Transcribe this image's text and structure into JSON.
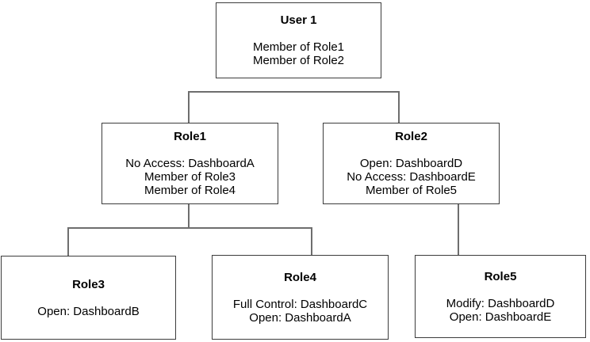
{
  "diagram": {
    "type": "role-hierarchy-tree",
    "background_color": "#ffffff",
    "node_border_color": "#3c3c3c",
    "connector_color": "#6e6e6e",
    "text_color": "#000000",
    "nodes": {
      "user1": {
        "title": "User 1",
        "lines": [
          "Member of Role1",
          "Member of Role2"
        ]
      },
      "role1": {
        "title": "Role1",
        "lines": [
          "No Access: DashboardA",
          "Member of Role3",
          "Member of Role4"
        ]
      },
      "role2": {
        "title": "Role2",
        "lines": [
          "Open: DashboardD",
          "No Access: DashboardE",
          "Member of Role5"
        ]
      },
      "role3": {
        "title": "Role3",
        "lines": [
          "Open: DashboardB"
        ]
      },
      "role4": {
        "title": "Role4",
        "lines": [
          "Full Control: DashboardC",
          "Open: DashboardA"
        ]
      },
      "role5": {
        "title": "Role5",
        "lines": [
          "Modify: DashboardD",
          "Open: DashboardE"
        ]
      }
    },
    "edges": [
      {
        "from": "user1",
        "to": "role1"
      },
      {
        "from": "user1",
        "to": "role2"
      },
      {
        "from": "role1",
        "to": "role3"
      },
      {
        "from": "role1",
        "to": "role4"
      },
      {
        "from": "role2",
        "to": "role5"
      }
    ]
  }
}
